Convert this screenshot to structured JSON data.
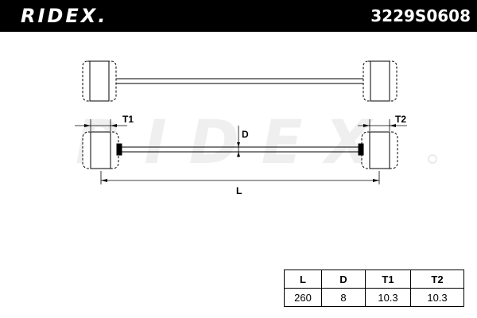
{
  "header": {
    "brand": "RIDEX.",
    "part_number": "3229S0608"
  },
  "watermark": {
    "text": "RIDEX"
  },
  "drawing": {
    "labels": {
      "t1": "T1",
      "t2": "T2",
      "d": "D",
      "l": "L"
    }
  },
  "spec_table": {
    "headers": [
      "L",
      "D",
      "T1",
      "T2"
    ],
    "values": [
      "260",
      "8",
      "10.3",
      "10.3"
    ]
  },
  "colors": {
    "header_bg": "#000000",
    "watermark": "#efefef",
    "ink": "#000000"
  }
}
